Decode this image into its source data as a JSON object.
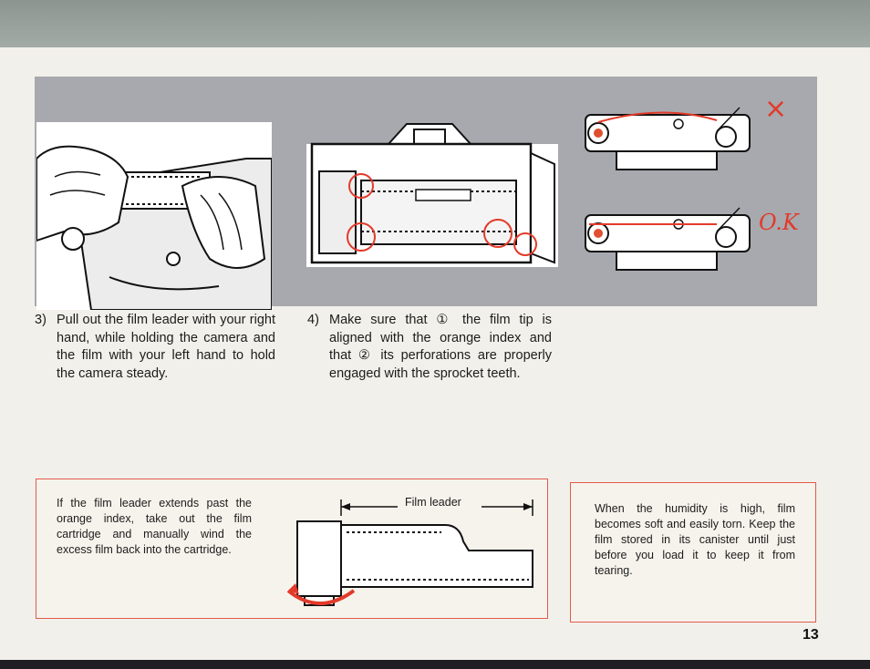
{
  "figure_marks": {
    "wrong": "×",
    "ok": "O.K",
    "marker_1": "1",
    "marker_2": "2"
  },
  "steps": [
    {
      "number": "3)",
      "text": "Pull out the film leader with your right hand, while holding the camera and the film with your left hand to hold the camera steady."
    },
    {
      "number": "4)",
      "text": "Make sure that ① the film tip is aligned with the orange index and that ② its perforations are properly engaged with the sprocket teeth."
    }
  ],
  "notes": {
    "leader": {
      "text": "If the film leader extends past the orange index, take out the film cartridge and manually wind the excess film back into the cartridge.",
      "diagram_label": "Film leader"
    },
    "humidity": {
      "text": "When the humidity is high, film becomes soft and easily torn. Keep the film stored in its canister until just before you load it to keep it from tearing."
    }
  },
  "page_number": "13",
  "colors": {
    "accent_red": "#e23a2a",
    "orange_index": "#e05030",
    "panel_gray": "#a7a9ae",
    "note_border": "#e05a4c"
  }
}
